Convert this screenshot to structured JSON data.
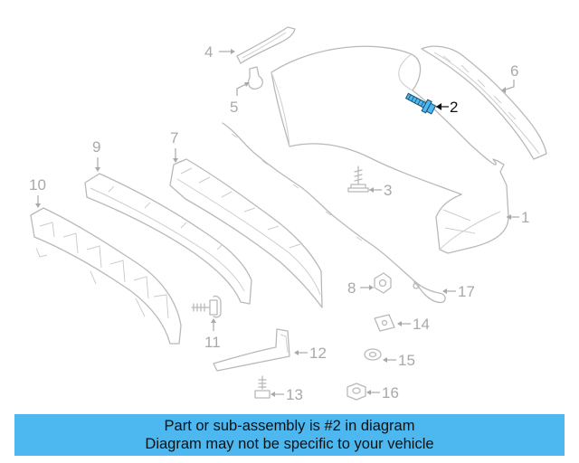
{
  "diagram": {
    "highlight_color": "#4db8f0",
    "callouts": [
      {
        "id": "1",
        "label": "1"
      },
      {
        "id": "2",
        "label": "2",
        "highlighted": true
      },
      {
        "id": "3",
        "label": "3"
      },
      {
        "id": "4",
        "label": "4"
      },
      {
        "id": "5",
        "label": "5"
      },
      {
        "id": "6",
        "label": "6"
      },
      {
        "id": "7",
        "label": "7"
      },
      {
        "id": "8",
        "label": "8"
      },
      {
        "id": "9",
        "label": "9"
      },
      {
        "id": "10",
        "label": "10"
      },
      {
        "id": "11",
        "label": "11"
      },
      {
        "id": "12",
        "label": "12"
      },
      {
        "id": "13",
        "label": "13"
      },
      {
        "id": "14",
        "label": "14"
      },
      {
        "id": "15",
        "label": "15"
      },
      {
        "id": "16",
        "label": "16"
      },
      {
        "id": "17",
        "label": "17"
      }
    ]
  },
  "caption": {
    "background": "#4db8f0",
    "line1": "Part or sub-assembly is #2 in diagram",
    "line2": "Diagram may not be specific to your vehicle"
  }
}
